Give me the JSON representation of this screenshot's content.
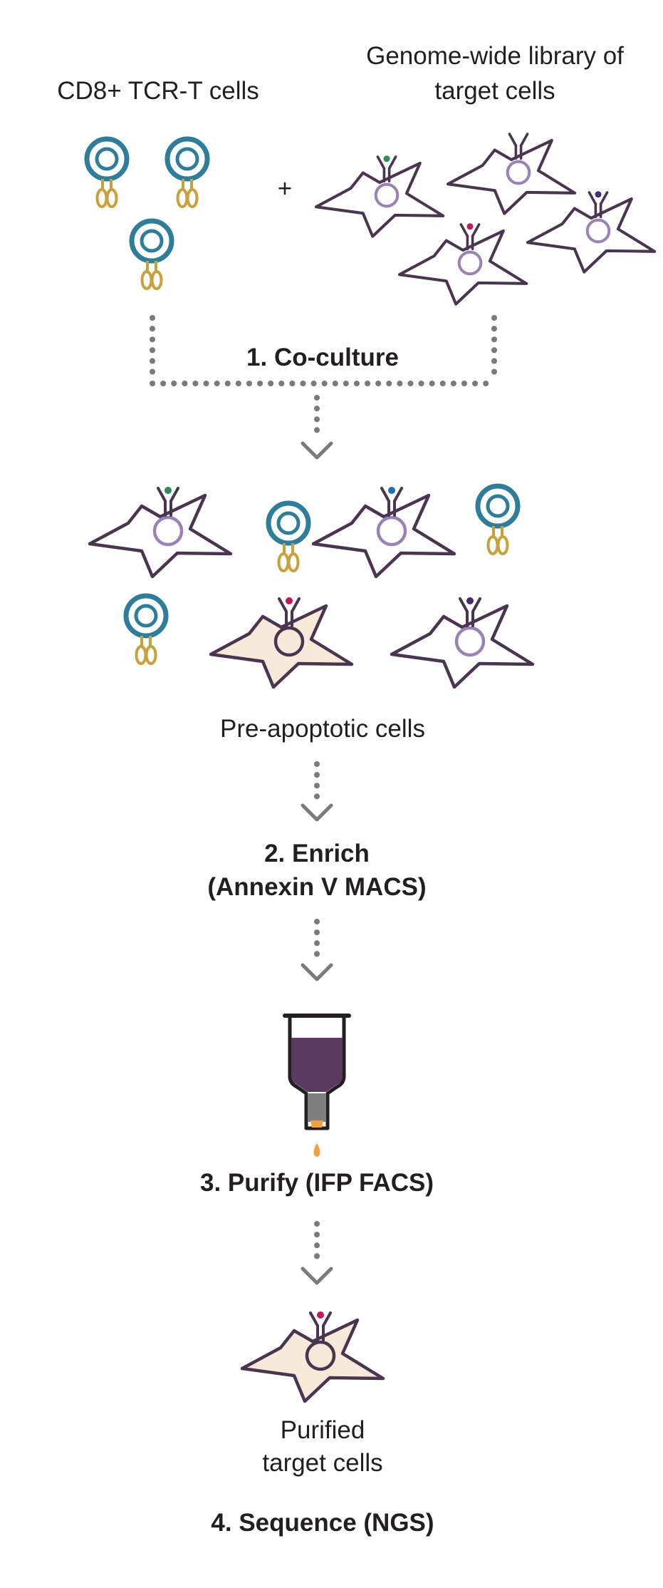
{
  "labels": {
    "tcr_cells": "CD8+ TCR-T cells",
    "library_line1": "Genome-wide library of",
    "library_line2": "target cells",
    "plus": "+",
    "step1": "1. Co-culture",
    "pre_apoptotic": "Pre-apoptotic cells",
    "step2_line1": "2. Enrich",
    "step2_line2": "(Annexin V MACS)",
    "step3": "3. Purify (IFP FACS)",
    "purified_line1": "Purified",
    "purified_line2": "target cells",
    "step4": "4. Sequence (NGS)"
  },
  "colors": {
    "tcell_blue": "#2e7d9a",
    "tcell_gold": "#c9a13a",
    "target_outline": "#4a3450",
    "nucleus": "#9a82b8",
    "apoptotic_fill": "#f8ead8",
    "arrow_gray": "#7a7a7a",
    "column_liquid": "#5a3a5e",
    "column_tip": "#4a4a4a",
    "drop_orange": "#f0a040",
    "antigen_green": "#2e8b57",
    "antigen_magenta": "#c2185b",
    "antigen_blue": "#1f6fb8",
    "antigen_purple": "#4a2a6a"
  }
}
